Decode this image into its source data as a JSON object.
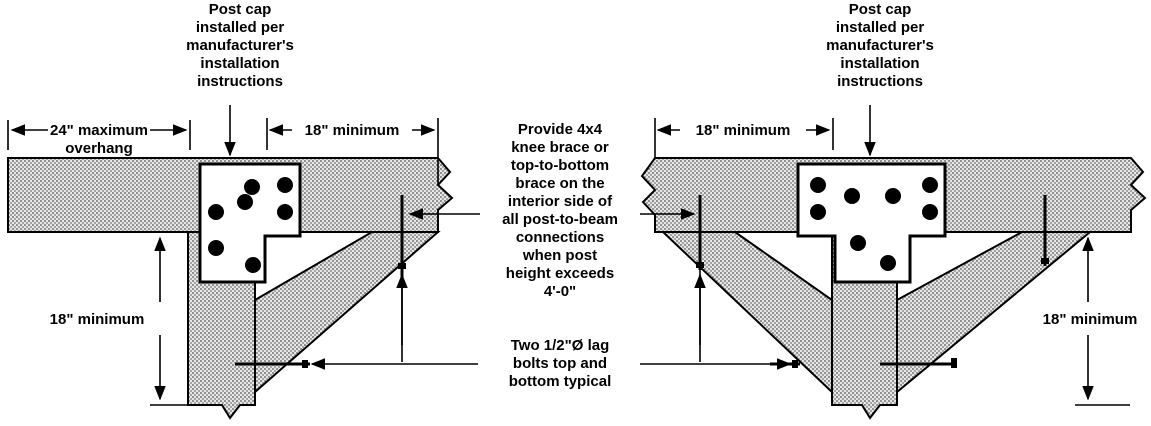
{
  "labels": {
    "post_cap": [
      "Post cap",
      "installed per",
      "manufacturer's",
      "installation",
      "instructions"
    ],
    "overhang": [
      "24\" maximum",
      "overhang"
    ],
    "eighteen_min": "18\" minimum",
    "brace_note": [
      "Provide 4x4",
      "knee brace or",
      "top-to-bottom",
      "brace on the",
      "interior side of",
      "all post-to-beam",
      "connections",
      "when post",
      "height exceeds",
      "4'-0\""
    ],
    "lag_bolts": [
      "Two 1/2\"Ø lag",
      "bolts top and",
      "bottom typical"
    ]
  },
  "colors": {
    "wood_fill": "#c8c8c8",
    "ink": "#000000"
  }
}
